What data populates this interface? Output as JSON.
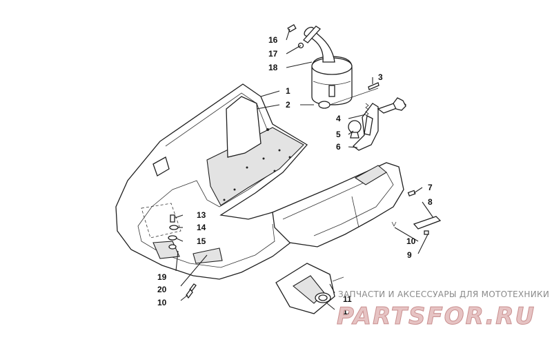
{
  "callouts": {
    "c1": "1",
    "c2": "2",
    "c3": "3",
    "c4": "4",
    "c5": "5",
    "c6": "6",
    "c7": "7",
    "c8": "8",
    "c9": "9",
    "c10a": "10",
    "c10b": "10",
    "c11": "11",
    "c12": "12",
    "c13": "13",
    "c14": "14",
    "c15": "15",
    "c16": "16",
    "c17": "17",
    "c18": "18",
    "c19": "19",
    "c20": "20"
  },
  "watermark": {
    "tagline": "ЗАПЧАСТИ И АКСЕССУАРЫ ДЛЯ МОТОТЕХНИКИ",
    "logo": "PARTSFOR.RU"
  }
}
